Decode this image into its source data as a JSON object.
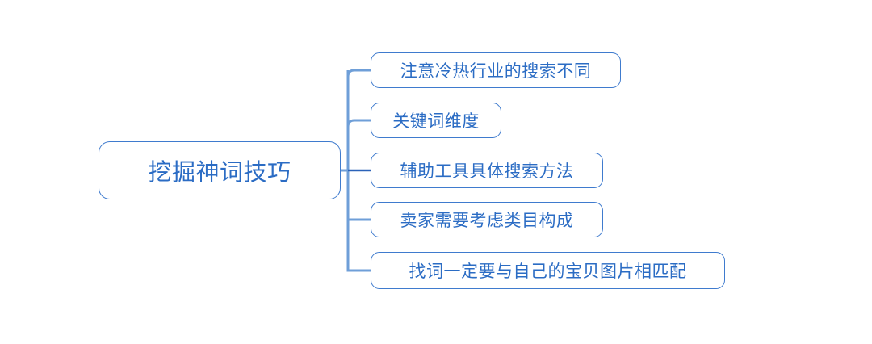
{
  "diagram": {
    "type": "mind-map",
    "orientation": "left-to-right",
    "colors": {
      "node_border": "#3f7bce",
      "node_fill": "#ffffff",
      "text": "#2b6cc4",
      "trunk_line": "#6f9fd8",
      "branch_line": "#3f7bce",
      "background": "#ffffff"
    },
    "root": {
      "label": "挖掘神词技巧"
    },
    "children": [
      {
        "label": "注意冷热行业的搜索不同"
      },
      {
        "label": "关键词维度"
      },
      {
        "label": "辅助工具具体搜索方法"
      },
      {
        "label": "卖家需要考虑类目构成"
      },
      {
        "label": "找词一定要与自己的宝贝图片相匹配"
      }
    ]
  }
}
